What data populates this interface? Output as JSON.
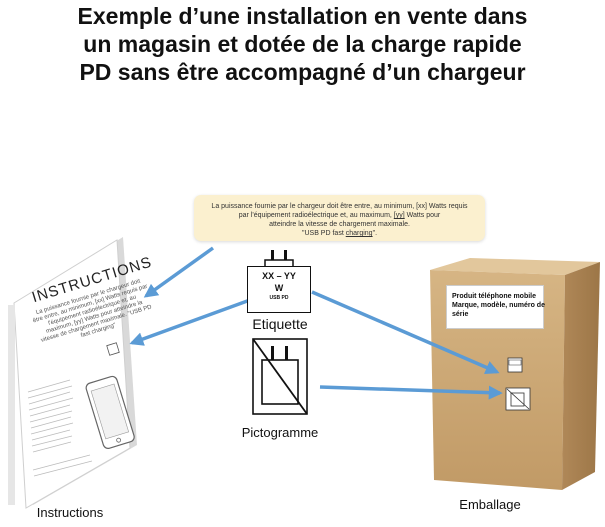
{
  "title_lines": [
    "Exemple d’une installation en vente dans",
    "un magasin et dotée de la charge rapide",
    "PD sans être accompagné d’un chargeur"
  ],
  "notice": {
    "line1": "La puissance fournie par le chargeur  doit être entre, au minimum, [xx] Watts requis",
    "line2a": "par l'équipement radioélectrique et, au maximum, ",
    "line2b": "[yy]",
    "line2c": " Watts pour",
    "line3": "atteindre la vitesse de chargement maximale.",
    "line4a": "\"USB PD fast ",
    "line4b": "charging",
    "line4c": "\"."
  },
  "label": {
    "range": "XX – YY",
    "unit": "W",
    "usb": "USB PD"
  },
  "captions": {
    "etiquette": "Etiquette",
    "pictogramme": "Pictogramme",
    "instructions": "Instructions",
    "emballage": "Emballage"
  },
  "instructions_sheet": {
    "heading": "INSTRUCTIONS",
    "body": "La puissance fournie par le chargeur doit être entre, au minimum, [xx] Watts requis par l'équipement radioélectrique et, au maximum, [yy] Watts pour atteindre la vitesse de chargement maximale. \"USB PD fast charging\""
  },
  "package_label": {
    "line1": "Produit téléphone mobile",
    "line2": "Marque, modèle, numéro de",
    "line3": "série"
  },
  "colors": {
    "arrow": "#5b9bd5",
    "notice_bg": "#fbf0cf",
    "box": "#c9a574"
  }
}
